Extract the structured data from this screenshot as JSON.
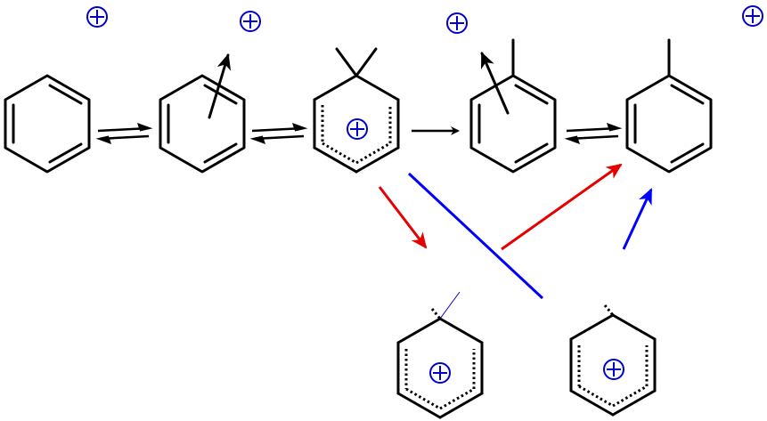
{
  "colors": {
    "bond": "#000000",
    "charge": "#0000cc",
    "red_arrow": "#e60000",
    "blue_arrow": "#0000ff"
  },
  "charges": [
    {
      "id": "tl1"
    },
    {
      "id": "tl2"
    },
    {
      "id": "tl3"
    },
    {
      "id": "tl4"
    },
    {
      "id": "wheland"
    },
    {
      "id": "bottom-left"
    },
    {
      "id": "bottom-right"
    }
  ],
  "molecules": [
    {
      "id": "benzene"
    },
    {
      "id": "benzene-pi-complex"
    },
    {
      "id": "wheland-intermediate"
    },
    {
      "id": "toluene-pi-complex"
    },
    {
      "id": "toluene"
    },
    {
      "id": "cation-bottom-left"
    },
    {
      "id": "cation-bottom-right"
    }
  ],
  "icons": [
    "plus-circle-icon",
    "arrow-icon",
    "equilibrium-arrow-icon"
  ]
}
